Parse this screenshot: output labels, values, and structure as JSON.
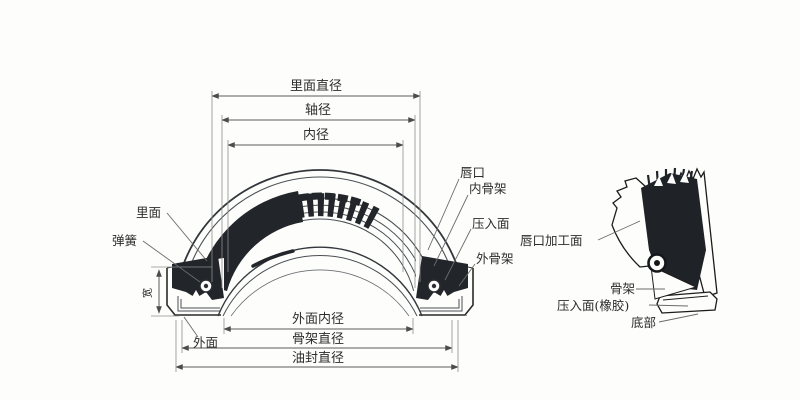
{
  "figure": {
    "kind": "oil-seal-cross-section-technical-diagram",
    "colors": {
      "background": "#fdfdfc",
      "outline": "#33373b",
      "arc_line": "#4a4f54",
      "rubber_dark": "#22262a",
      "dimension_line": "#5a5a5a",
      "extension_line": "#8e8e8e",
      "leader_line": "#6b6b6b",
      "text": "#2d2d2d"
    },
    "main_view": {
      "dimensions_top": [
        {
          "label": "里面直径"
        },
        {
          "label": "轴径"
        },
        {
          "label": "内径"
        }
      ],
      "dimensions_bottom": [
        {
          "label": "外面内径"
        },
        {
          "label": "骨架直径"
        },
        {
          "label": "油封直径"
        }
      ],
      "dimension_side": {
        "label": "宽"
      },
      "part_labels": {
        "inner_face": "里面",
        "spring": "弹簧",
        "lip": "唇口",
        "inner_frame": "内骨架",
        "press_fit_face": "压入面",
        "outer_frame": "外骨架",
        "outer_face": "外面"
      }
    },
    "detail_view": {
      "part_labels": {
        "lip_machined_face": "唇口加工面",
        "frame": "骨架",
        "press_fit_face_rubber": "压入面(橡胶)",
        "bottom": "底部"
      }
    }
  }
}
